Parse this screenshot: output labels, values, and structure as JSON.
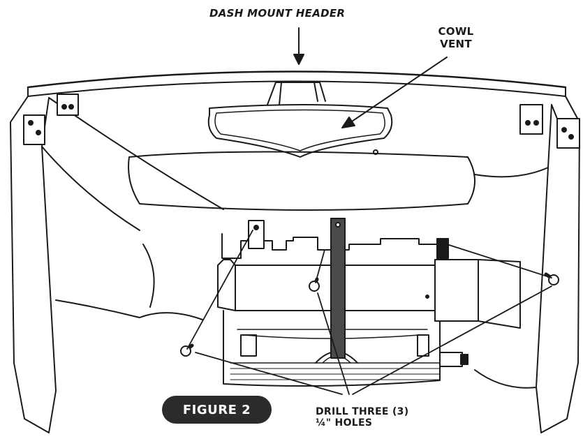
{
  "labels": {
    "dash_mount_header": "DASH MOUNT HEADER",
    "cowl_vent_line1": "COWL",
    "cowl_vent_line2": "VENT",
    "drill_line1": "DRILL THREE (3)",
    "drill_line2": "¼\" HOLES"
  },
  "figure": {
    "badge": "FIGURE 2"
  },
  "colors": {
    "ink": "#1a1a1a",
    "badge_bg": "#2b2b2b",
    "bracket_fill": "#4a4a4a"
  }
}
